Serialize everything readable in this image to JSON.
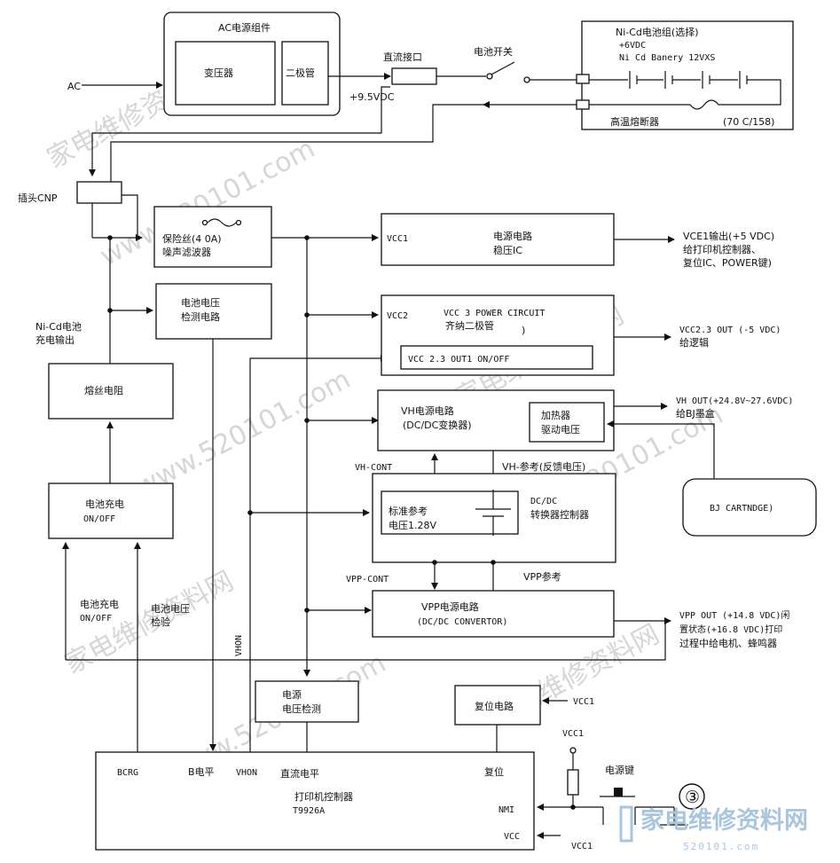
{
  "input": {
    "ac": "AC"
  },
  "ac_adapter": {
    "title": "AC电源组件",
    "transformer": "变压器",
    "diode": "二极管"
  },
  "dc_jack": {
    "label": "直流接口",
    "voltage": "+9.5VDC"
  },
  "battery_switch": {
    "label": "电池开关"
  },
  "battery_pack": {
    "line1": "Ni-Cd电池组(选择)",
    "line2": "+6VDC",
    "line3": "Ni Cd Banery 12VXS",
    "fuse": "高温熔断器",
    "fuse_rating": "(70 C/158)"
  },
  "plug": {
    "label": "插头CNP"
  },
  "fuse_filter": {
    "line1": "保险丝(4 0A)",
    "line2": "噪声滤波器"
  },
  "battery_voltage_detect": {
    "line1": "电池电压",
    "line2": "检测电路"
  },
  "nicd_charge_out": {
    "line1": "Ni-Cd电池",
    "line2": "充电输出"
  },
  "fuse_resistor": {
    "label": "熔丝电阻"
  },
  "charge_switch": {
    "line1": "电池充电",
    "line2": "ON/OFF"
  },
  "vcc1_circuit": {
    "port": "VCC1",
    "line1": "电源电路",
    "line2": "稳压IC",
    "out1": "VCE1输出(+5 VDC)",
    "out2": "给打印机控制器、",
    "out3": "复位IC、POWER键)"
  },
  "vcc2_circuit": {
    "port": "VCC2",
    "line1": "VCC 3 POWER CIRCUIT",
    "line2": "齐纳二极管",
    "mark": ")",
    "inner": "VCC 2.3 OUT1 ON/OFF",
    "out1": "VCC2.3 OUT (-5 VDC)",
    "out2": "给逻辑"
  },
  "vh_circuit": {
    "line1": "VH电源电路",
    "line2": "(DC/DC变换器)",
    "heater1": "加热器",
    "heater2": "驱动电压",
    "out1": "VH OUT(+24.8V~27.6VDC)",
    "out2": "给BJ墨盒"
  },
  "bj_cartridge": {
    "label": "BJ CARTNDGE)"
  },
  "dcdc_controller": {
    "vh_cont": "VH-CONT",
    "vh_ref": "VH-参考(反馈电压)",
    "ref1": "标准参考",
    "ref2": "电压1.28V",
    "title1": "DC/DC",
    "title2": "转换器控制器",
    "vpp_cont": "VPP-CONT",
    "vpp_ref": "VPP参考"
  },
  "vpp_circuit": {
    "line1": "VPP电源电路",
    "line2": "(DC/DC CONVERTOR)",
    "out1": "VPP OUT (+14.8 VDC)闲",
    "out2": "置状态(+16.8 VDC)打印",
    "out3": "过程中给电机、蜂鸣器"
  },
  "signals": {
    "charge_onoff1": "电池充电",
    "charge_onoff2": "ON/OFF",
    "batt_check1": "电池电压",
    "batt_check2": "检验",
    "vhon": "VHON"
  },
  "power_detect": {
    "line1": "电源",
    "line2": "电压检测"
  },
  "reset_circuit": {
    "label": "复位电路",
    "vcc1": "VCC1"
  },
  "controller": {
    "bcrg": "BCRG",
    "b_level": "B电平",
    "vhon": "VHON",
    "dc_level": "直流电平",
    "reset": "复位",
    "title": "打印机控制器",
    "model": "T9926A",
    "nmi": "NMI",
    "vcc": "VCC",
    "vcc_in": "VCC1"
  },
  "power_key": {
    "label": "电源键",
    "vcc1": "VCC1",
    "number": "③"
  },
  "watermark": {
    "site1": "家电维修资料网",
    "url": "www.520101.com"
  },
  "logo": {
    "text": "家电维修资料网",
    "url": "520101.com"
  }
}
